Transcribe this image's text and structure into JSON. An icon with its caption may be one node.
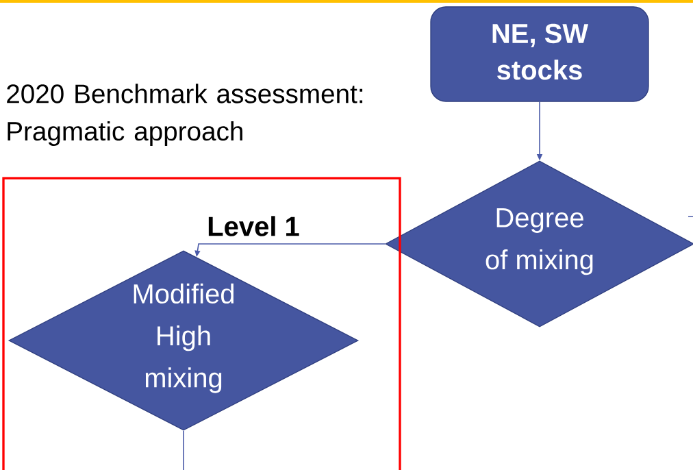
{
  "diagram": {
    "title": "2020 Benchmark assessment: Pragmatic approach",
    "nodes": [
      {
        "text": [
          "NE, SW stocks"
        ]
      },
      {
        "text": [
          "Degree of mixing"
        ]
      },
      {
        "text": [],
        "shape": "box"
      },
      {
        "text": [
          "Modified High mixing"
        ],
        "in": 2
      }
    ],
    "edges": [
      {
        "from": 0,
        "to": 1,
        "arrow": "to"
      },
      {
        "from": 1,
        "to": 3,
        "arrow": "to",
        "label": "Level 1"
      },
      {
        "from": 3,
        "to": null,
        "arrow": "none"
      }
    ]
  }
}
